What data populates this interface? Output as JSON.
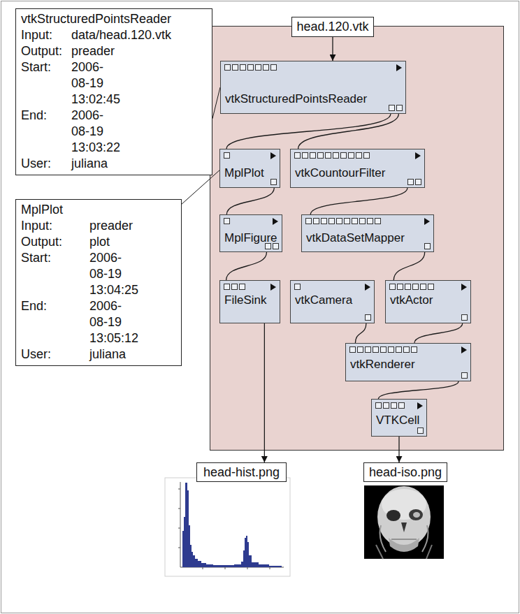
{
  "diagram": {
    "nodes": [
      {
        "text": [
          "vtkStructuredPointsReader",
          "Input:",
          "data/head.120.vtk",
          "Output:",
          "preader",
          "Start:",
          "2006-08-19 13:02:45",
          "End:",
          "2006-08-19 13:03:22",
          "User:",
          "juliana"
        ]
      },
      {
        "text": [
          "head.120.vtk"
        ]
      },
      {
        "text": []
      },
      {
        "text": [
          "vtkStructuredPointsReader"
        ],
        "in": 2
      },
      {
        "text": [
          "MplPlot"
        ],
        "in": 2
      },
      {
        "text": [
          "vtkCountourFilter"
        ],
        "in": 2
      },
      {
        "text": [
          "MplFigure"
        ],
        "in": 2
      },
      {
        "text": [
          "vtkDataSetMapper"
        ],
        "in": 2
      },
      {
        "text": [
          "FileSink"
        ],
        "in": 2
      },
      {
        "text": [
          "vtkCamera"
        ],
        "in": 2
      },
      {
        "text": [
          "vtkActor"
        ],
        "in": 2
      },
      {
        "text": [
          "vtkRenderer"
        ],
        "in": 2
      },
      {
        "text": [
          "VTKCell"
        ],
        "in": 2
      },
      {
        "text": [
          "MplPlot",
          "Input:",
          "preader",
          "Output:",
          "plot",
          "Start:",
          "2006-08-19 13:04:25",
          "End:",
          "2006-08-19 13:05:12",
          "User:",
          "juliana"
        ]
      },
      {
        "text": [
          "head-hist.png"
        ]
      },
      {
        "text": [
          "head-iso.png"
        ]
      }
    ],
    "edges": [
      {
        "from": 1,
        "to": 3,
        "arrow": "to"
      },
      {
        "from": 3,
        "to": 4,
        "arrow": "none"
      },
      {
        "from": 3,
        "to": 5,
        "arrow": "none"
      },
      {
        "from": 4,
        "to": 6,
        "arrow": "none"
      },
      {
        "from": 6,
        "to": 8,
        "arrow": "none"
      },
      {
        "from": 5,
        "to": 7,
        "arrow": "none"
      },
      {
        "from": 7,
        "to": 10,
        "arrow": "none"
      },
      {
        "from": 9,
        "to": 11,
        "arrow": "none"
      },
      {
        "from": 10,
        "to": 11,
        "arrow": "none"
      },
      {
        "from": 11,
        "to": 12,
        "arrow": "none"
      },
      {
        "from": 8,
        "to": 14,
        "arrow": "to"
      },
      {
        "from": 12,
        "to": 15,
        "arrow": "to"
      },
      {
        "from": 0,
        "to": 3,
        "arrow": "none"
      },
      {
        "from": 13,
        "to": 4,
        "arrow": "none"
      }
    ]
  }
}
